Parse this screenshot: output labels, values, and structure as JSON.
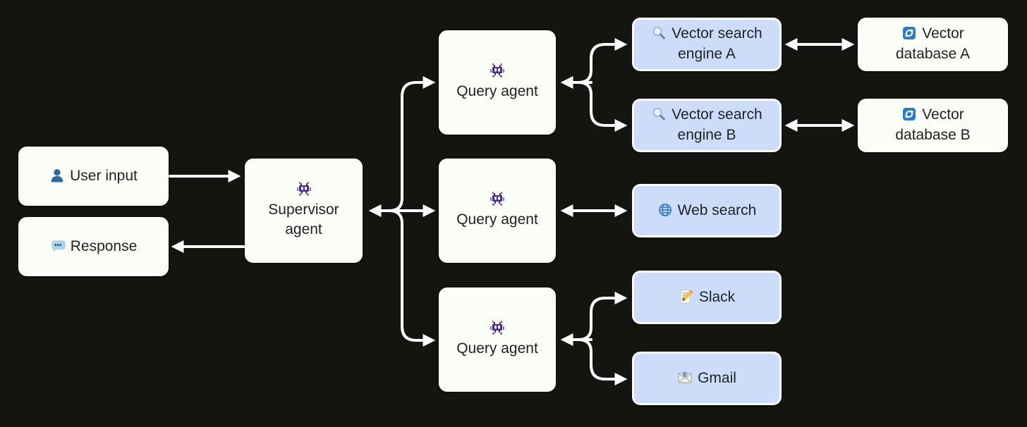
{
  "colors": {
    "background": "#141511",
    "node_white": "#fbfdf7",
    "node_blue": "#ccdcf9",
    "node_border": "#ffffff",
    "arrow": "#ffffff",
    "text": "#1e2126",
    "robot_purple": "#4b2b87",
    "person_blue": "#2e689f",
    "speech_bubble_blue": "#a9d4f0",
    "globe_blue": "#3e82c4",
    "sync_badge_blue": "#2f7cc0"
  },
  "diagram": {
    "nodes": {
      "user_input": {
        "label": "User input",
        "icon": "person-icon",
        "style": "white"
      },
      "response": {
        "label": "Response",
        "icon": "speech-bubble-icon",
        "style": "white"
      },
      "supervisor_agent": {
        "label": "Supervisor agent",
        "icon": "robot-icon",
        "style": "white"
      },
      "query_agent_1": {
        "label": "Query agent",
        "icon": "robot-icon",
        "style": "white"
      },
      "query_agent_2": {
        "label": "Query agent",
        "icon": "robot-icon",
        "style": "white"
      },
      "query_agent_3": {
        "label": "Query agent",
        "icon": "robot-icon",
        "style": "white"
      },
      "vector_search_engine_a": {
        "label": "Vector search engine A",
        "icon": "magnifier-icon",
        "style": "blue"
      },
      "vector_search_engine_b": {
        "label": "Vector search engine B",
        "icon": "magnifier-icon",
        "style": "blue"
      },
      "web_search": {
        "label": "Web search",
        "icon": "globe-icon",
        "style": "blue"
      },
      "slack": {
        "label": "Slack",
        "icon": "memo-icon",
        "style": "blue"
      },
      "gmail": {
        "label": "Gmail",
        "icon": "email-icon",
        "style": "blue"
      },
      "vector_database_a": {
        "label": "Vector database A",
        "icon": "sync-arrows-icon",
        "style": "white"
      },
      "vector_database_b": {
        "label": "Vector database B",
        "icon": "sync-arrows-icon",
        "style": "white"
      }
    },
    "edges": [
      {
        "from": "user_input",
        "to": "supervisor_agent",
        "direction": "one-way"
      },
      {
        "from": "supervisor_agent",
        "to": "response",
        "direction": "one-way"
      },
      {
        "from": "supervisor_agent",
        "to": "query_agent_1",
        "direction": "two-way"
      },
      {
        "from": "supervisor_agent",
        "to": "query_agent_2",
        "direction": "two-way"
      },
      {
        "from": "supervisor_agent",
        "to": "query_agent_3",
        "direction": "two-way"
      },
      {
        "from": "query_agent_1",
        "to": "vector_search_engine_a",
        "direction": "two-way"
      },
      {
        "from": "query_agent_1",
        "to": "vector_search_engine_b",
        "direction": "two-way"
      },
      {
        "from": "query_agent_2",
        "to": "web_search",
        "direction": "two-way"
      },
      {
        "from": "query_agent_3",
        "to": "slack",
        "direction": "two-way"
      },
      {
        "from": "query_agent_3",
        "to": "gmail",
        "direction": "two-way"
      },
      {
        "from": "vector_search_engine_a",
        "to": "vector_database_a",
        "direction": "two-way"
      },
      {
        "from": "vector_search_engine_b",
        "to": "vector_database_b",
        "direction": "two-way"
      }
    ]
  }
}
